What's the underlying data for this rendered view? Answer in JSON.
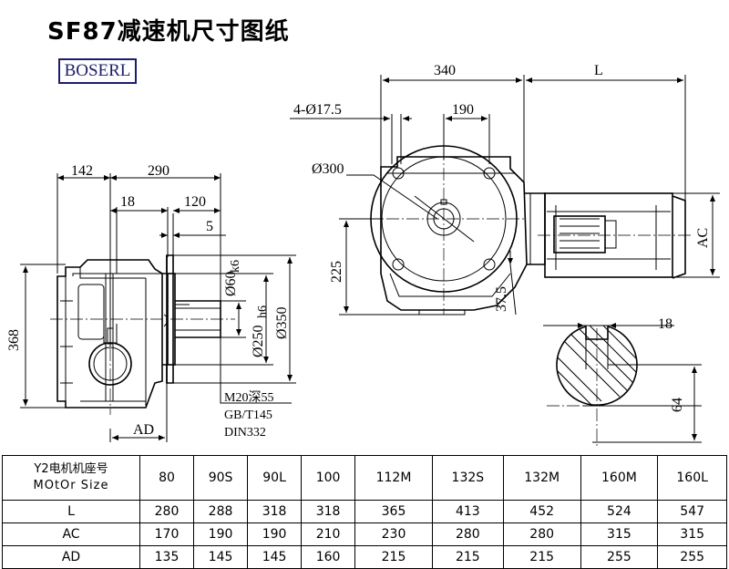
{
  "title": "SF87减速机尺寸图纸",
  "brand": "BOSERL",
  "dimensions": {
    "side_view": {
      "d142": "142",
      "d290": "290",
      "d18": "18",
      "d120": "120",
      "d5": "5",
      "d368": "368",
      "shaft_dia": "Ø60",
      "shaft_tol": "k6",
      "pilot_dia": "Ø250",
      "pilot_tol": "h6",
      "flange_dia": "Ø350",
      "ad": "AD",
      "note_thread": "M20深55",
      "note_std1": "GB/T145",
      "note_std2": "DIN332"
    },
    "front_view": {
      "d340": "340",
      "dl": "L",
      "holes": "4-Ø17.5",
      "d190": "190",
      "d300": "Ø300",
      "d225": "225",
      "d37_5": "37.5",
      "ac": "AC"
    },
    "key_section": {
      "d18": "18",
      "d64": "64"
    }
  },
  "table": {
    "header_cn": "Y2电机机座号",
    "header_en": "MOtOr Size",
    "sizes": [
      "80",
      "90S",
      "90L",
      "100",
      "112M",
      "132S",
      "132M",
      "160M",
      "160L"
    ],
    "rows": [
      {
        "label": "L",
        "values": [
          "280",
          "288",
          "318",
          "318",
          "365",
          "413",
          "452",
          "524",
          "547"
        ]
      },
      {
        "label": "AC",
        "values": [
          "170",
          "190",
          "190",
          "210",
          "230",
          "280",
          "280",
          "315",
          "315"
        ]
      },
      {
        "label": "AD",
        "values": [
          "135",
          "145",
          "145",
          "160",
          "215",
          "215",
          "215",
          "255",
          "255"
        ]
      }
    ]
  }
}
